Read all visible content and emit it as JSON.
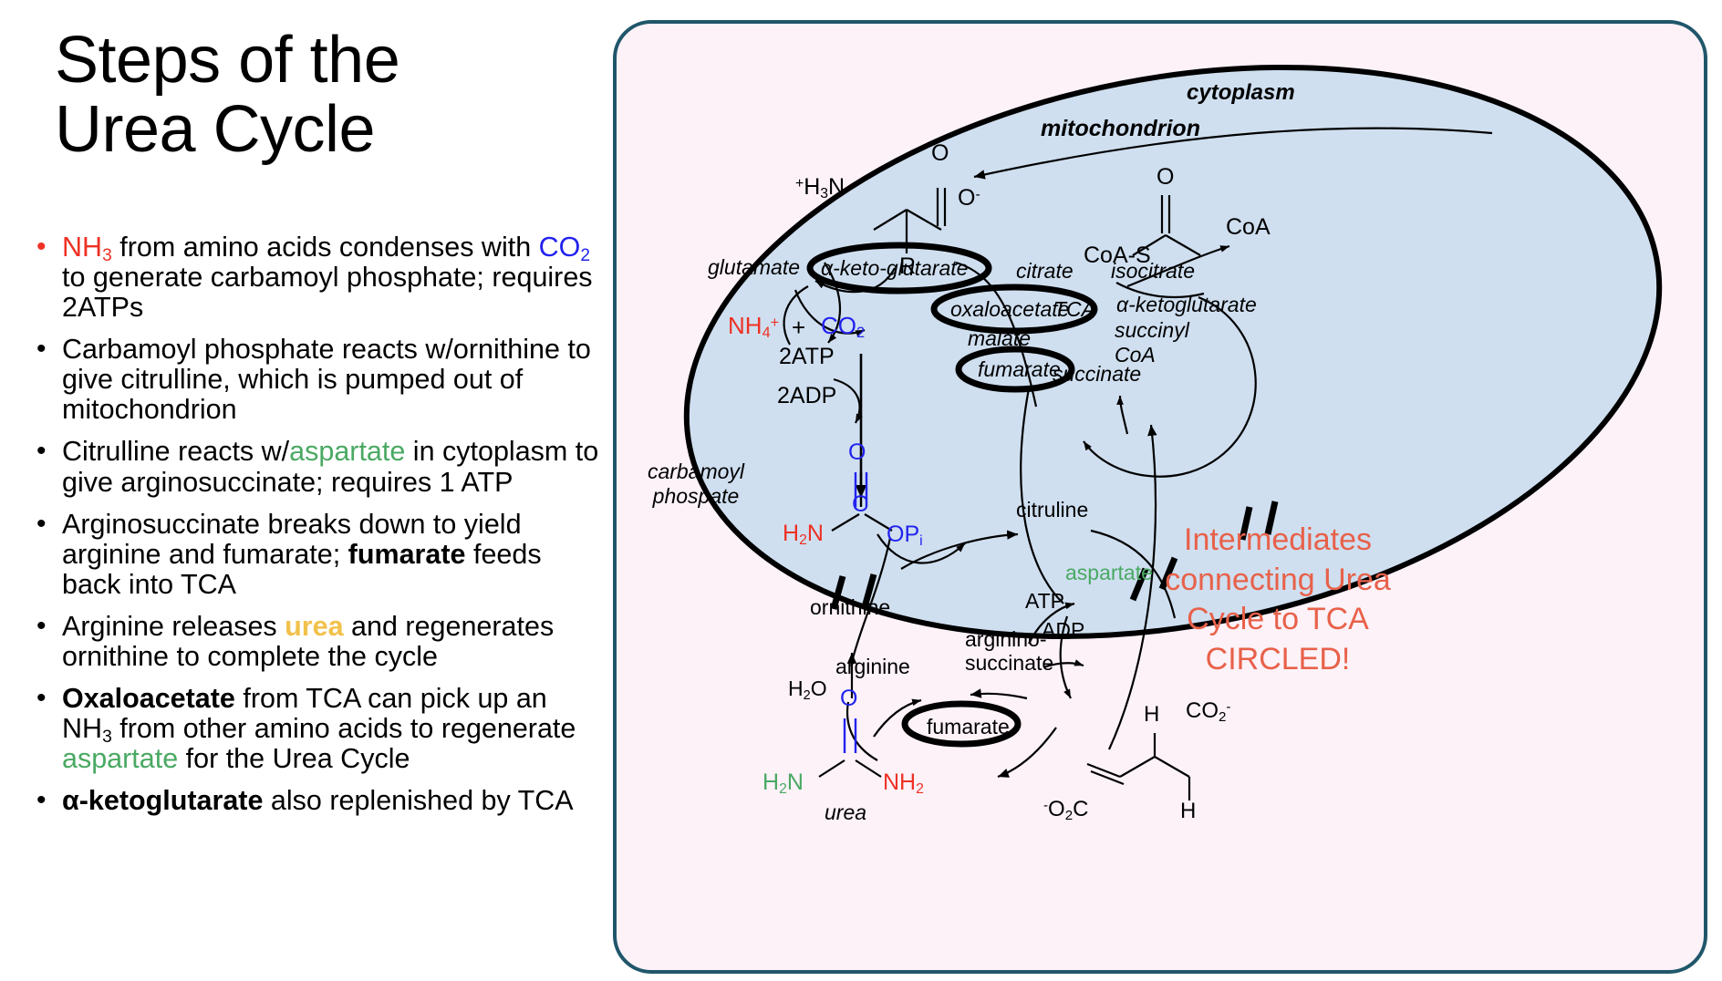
{
  "slide": {
    "title_line1": "Steps of the",
    "title_line2": "Urea Cycle"
  },
  "colors": {
    "red": "#ee3124",
    "blue": "#2222ee",
    "green": "#4aa963",
    "gold": "#f2c14b",
    "note_orange": "#e8614a",
    "panel_border": "#20566a",
    "cytoplasm_fill": "#fcf2f8",
    "mitochondrion_fill": "#cfdff0"
  },
  "bullets": [
    {
      "id": "bullet-nh3-condenses",
      "text": "NH3 from amino acids condenses with CO2 to generate carbamoyl phosphate; requires 2ATPs"
    },
    {
      "id": "bullet-carbamoyl-ornithine",
      "text": "Carbamoyl phosphate reacts w/ornithine to give citrulline, which is pumped out of mitochondrion"
    },
    {
      "id": "bullet-citrulline-aspartate",
      "text": "Citrulline reacts w/aspartate in cytoplasm to give arginosuccinate; requires 1 ATP"
    },
    {
      "id": "bullet-arginosuccinate-breaks",
      "text": "Arginosuccinate breaks down to yield arginine and fumarate; fumarate feeds back into TCA"
    },
    {
      "id": "bullet-arginine-urea",
      "text": "Arginine releases urea and regenerates ornithine to complete the cycle"
    },
    {
      "id": "bullet-oxaloacetate-aspartate",
      "text": "Oxaloacetate from TCA can pick up an NH3 from other amino acids to regenerate aspartate for the Urea Cycle"
    },
    {
      "id": "bullet-ketoglutarate",
      "text": "α-ketoglutarate also replenished by TCA"
    }
  ],
  "diagram": {
    "compartments": {
      "cytoplasm": "cytoplasm",
      "mitochondrion": "mitochondrion"
    },
    "amino_acid_structure": {
      "amine": "+H3N",
      "carbonyl_o": "O",
      "carboxylate_o": "O-",
      "r_group": "R"
    },
    "acetyl_coa_structure": {
      "thioester": "CoA-S",
      "carbonyl_o": "O",
      "released": "CoA"
    },
    "carbamoyl_phosphate_structure": {
      "name_line1": "carbamoyl",
      "name_line2": "phospate",
      "amine": "H2N",
      "carbon": "C",
      "carbonyl_o": "O",
      "phosphate": "OPi"
    },
    "urea_structure": {
      "carbonyl_o": "O",
      "left_amine": "H2N",
      "right_amine": "NH2",
      "label": "urea"
    },
    "fumarate_structure": {
      "top_right": "CO2-",
      "bottom_left": "-O2C",
      "h_top": "H",
      "h_bottom": "H"
    },
    "labels": {
      "glutamate": "glutamate",
      "alpha_keto_glutarate": "α-keto-glutarate",
      "ammonium": "NH4+",
      "plus": "+",
      "carbon_dioxide": "CO2",
      "atp_in": "2ATP",
      "adp_out": "2ADP",
      "citrate": "citrate",
      "oxaloacetate": "oxaloacetate",
      "malate": "malate",
      "fumarate_tca": "fumarate",
      "succinate": "succinate",
      "tca": "TCA",
      "isocitrate": "isocitrate",
      "alpha_ketoglutarate_tca": "α-ketoglutarate",
      "succinyl_line1": "succinyl",
      "succinyl_line2": "CoA",
      "citruline": "citruline",
      "ornithine": "ornithine",
      "aspartate": "aspartate",
      "atp": "ATP",
      "adp": "ADP",
      "arginino_line1": "arginino-",
      "arginino_line2": "succinate",
      "arginine": "arginine",
      "water": "H2O",
      "fumarate_cyto": "fumarate"
    },
    "note": {
      "line1": "Intermediates",
      "line2": "connecting Urea",
      "line3": "Cycle to TCA",
      "line4": "CIRCLED!"
    }
  }
}
